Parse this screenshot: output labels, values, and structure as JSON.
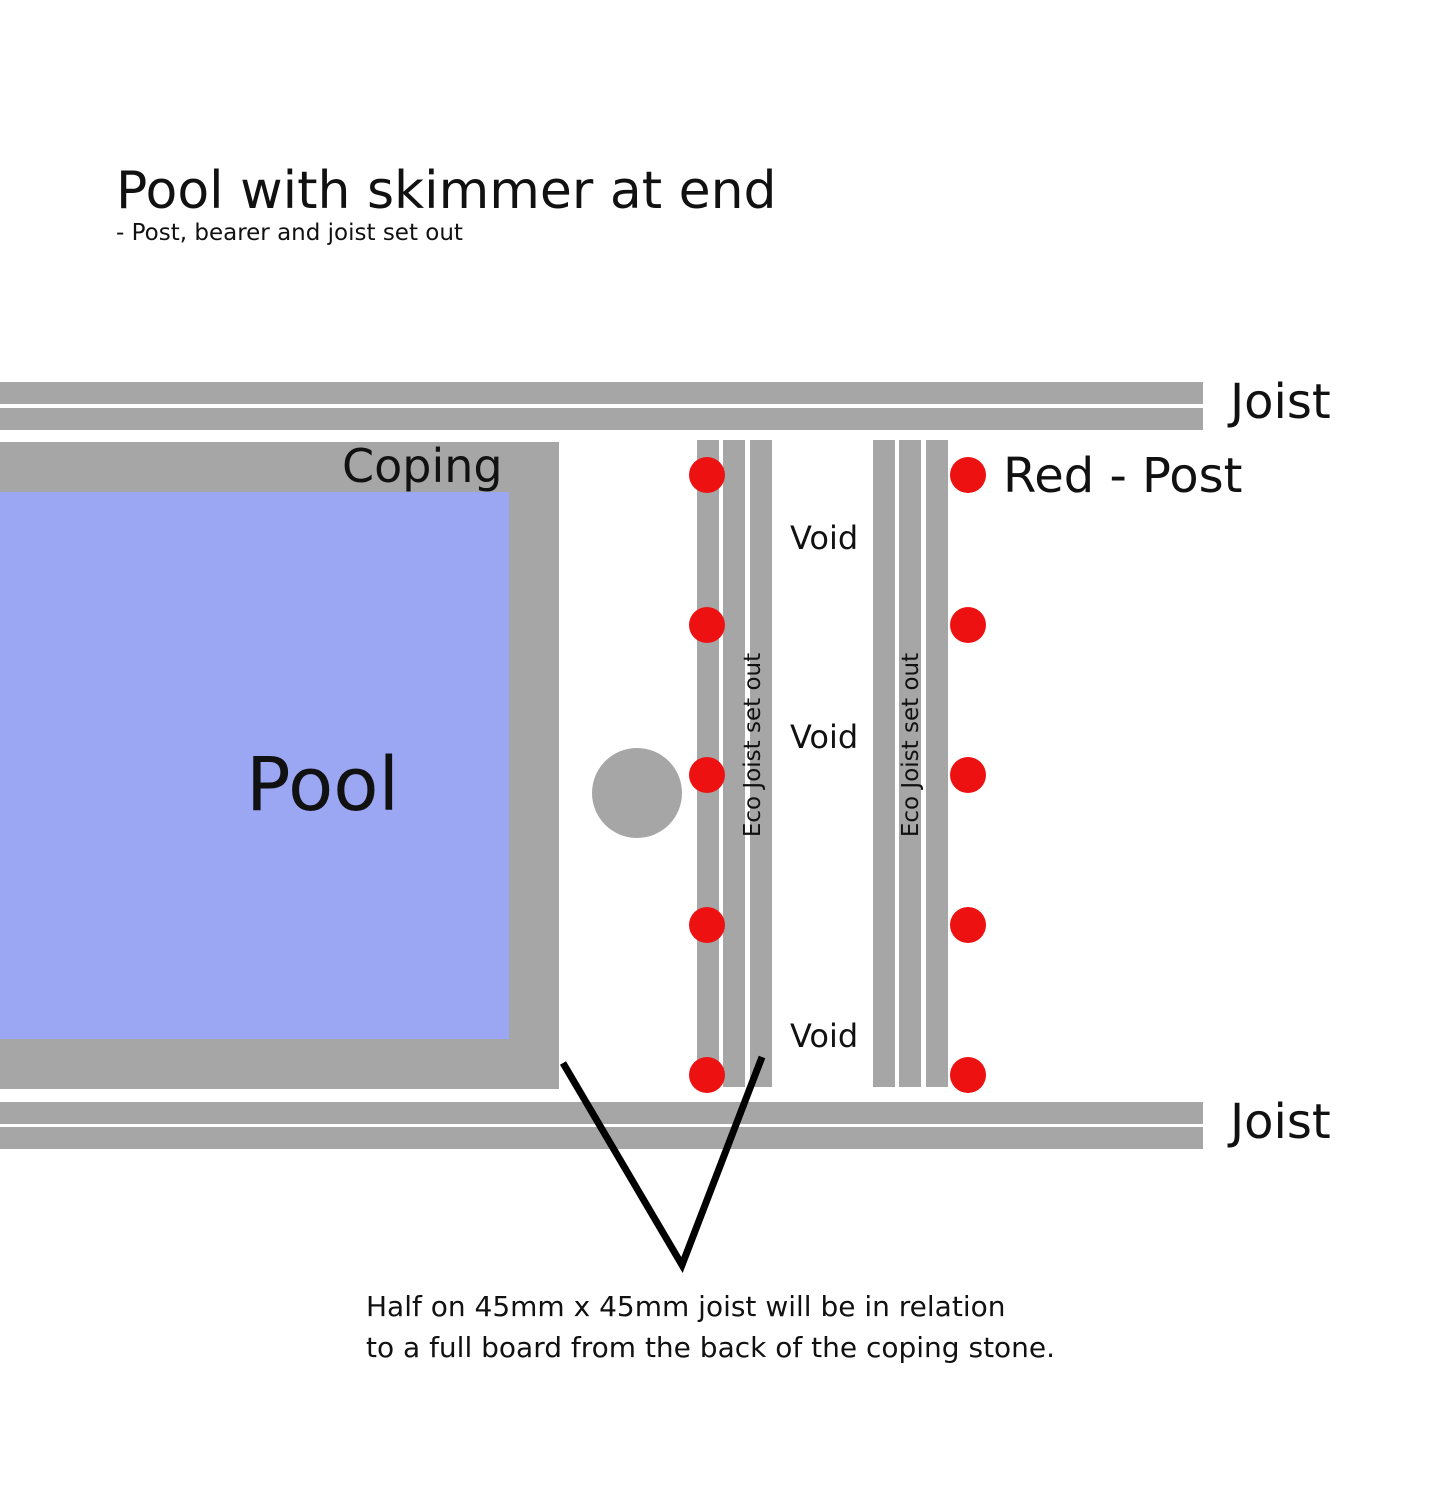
{
  "title": "Pool with skimmer at end",
  "subtitle": "- Post, bearer and joist set out",
  "labels": {
    "joist_top": "Joist",
    "joist_bottom": "Joist",
    "coping": "Coping",
    "pool": "Pool",
    "legend_post": "Red - Post",
    "eco_joist_1": "Eco Joist set out",
    "eco_joist_2": "Eco Joist set out",
    "void_1": "Void",
    "void_2": "Void",
    "void_3": "Void"
  },
  "note": {
    "line1": "Half on 45mm x 45mm  joist will be in relation",
    "line2": "to a full board from the back of the coping stone."
  },
  "colors": {
    "timber": "#a6a6a6",
    "pool": "#9ba7f3",
    "post": "#ee1111",
    "text": "#111111",
    "pointer": "#000000"
  },
  "post_columns": [
    {
      "name": "left-post-column",
      "count": 5
    },
    {
      "name": "right-post-column",
      "count": 5
    }
  ]
}
